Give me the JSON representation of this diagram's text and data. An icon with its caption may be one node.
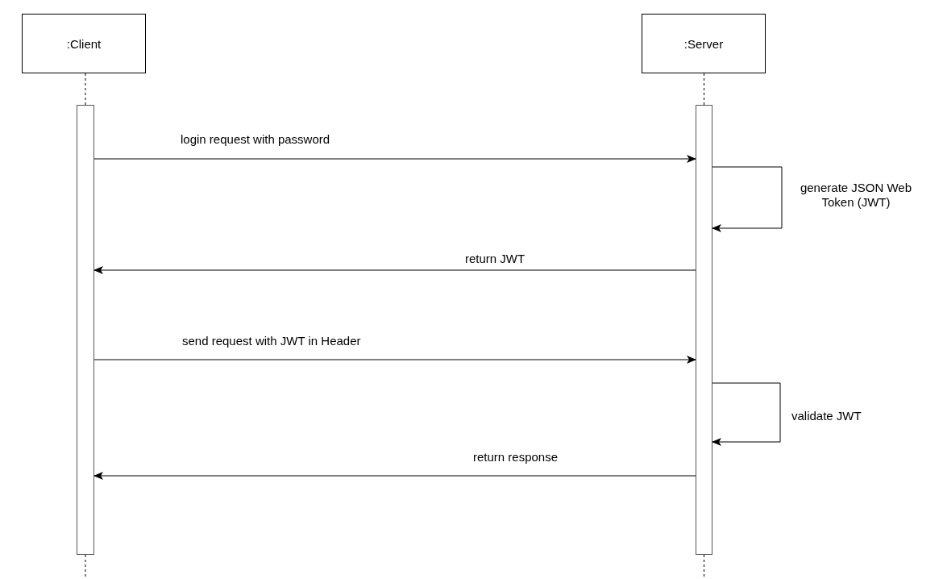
{
  "diagram": {
    "nodes": [
      {
        "text": [
          ":Client"
        ]
      },
      {
        "text": [
          ":Server"
        ]
      },
      {
        "text": [],
        "shape": "bar"
      },
      {
        "text": [],
        "shape": "bar"
      }
    ],
    "edges": [
      {
        "from": 0,
        "to": 2,
        "arrow": "none",
        "style": "dashed"
      },
      {
        "from": 2,
        "to": null,
        "arrow": "none",
        "style": "dashed"
      },
      {
        "from": 1,
        "to": 3,
        "arrow": "none",
        "style": "dashed"
      },
      {
        "from": 3,
        "to": null,
        "arrow": "none",
        "style": "dashed"
      },
      {
        "from": 2,
        "to": 3,
        "arrow": "to",
        "label": "login request with password"
      },
      {
        "from": 3,
        "to": 3,
        "arrow": "to",
        "label": "generate JSON Web Token (JWT)"
      },
      {
        "from": 3,
        "to": 2,
        "arrow": "to",
        "label": "return JWT"
      },
      {
        "from": 2,
        "to": 3,
        "arrow": "to",
        "label": "send request with JWT in Header"
      },
      {
        "from": 3,
        "to": 3,
        "arrow": "to",
        "label": "validate JWT"
      },
      {
        "from": 3,
        "to": 2,
        "arrow": "to",
        "label": "return response"
      }
    ]
  }
}
